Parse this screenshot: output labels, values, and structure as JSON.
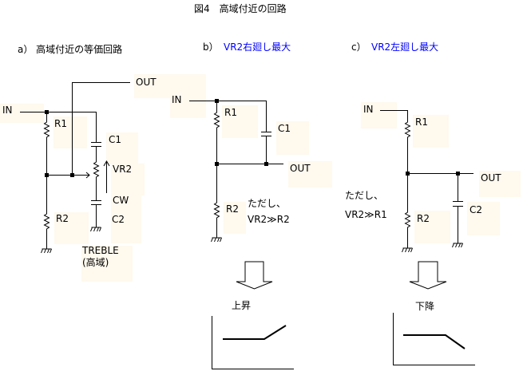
{
  "title": "図4　高域付近の回路",
  "panel_a": {
    "heading": "a） 高域付近の等価回路",
    "labels": {
      "in": "IN",
      "out": "OUT",
      "r1": "R1",
      "r2": "R2",
      "c1": "C1",
      "c2": "C2",
      "vr2": "VR2",
      "cw": "CW",
      "treble": "TREBLE",
      "treble_jp": "(高域)"
    }
  },
  "panel_b": {
    "prefix": "b）",
    "heading": "VR2右廻し最大",
    "labels": {
      "in": "IN",
      "out": "OUT",
      "r1": "R1",
      "r2": "R2",
      "c1": "C1"
    },
    "note_1": "ただし、",
    "note_2": "VR2≫R2",
    "result": "上昇"
  },
  "panel_c": {
    "prefix": "c）",
    "heading": "VR2左廻し最大",
    "labels": {
      "in": "IN",
      "out": "OUT",
      "r1": "R1",
      "r2": "R2",
      "c2": "C2"
    },
    "note_1": "ただし、",
    "note_2": "VR2≫R1",
    "result": "下降"
  },
  "colors": {
    "heading_accent": "#0000ff",
    "label_bg": "#fff9ee"
  }
}
